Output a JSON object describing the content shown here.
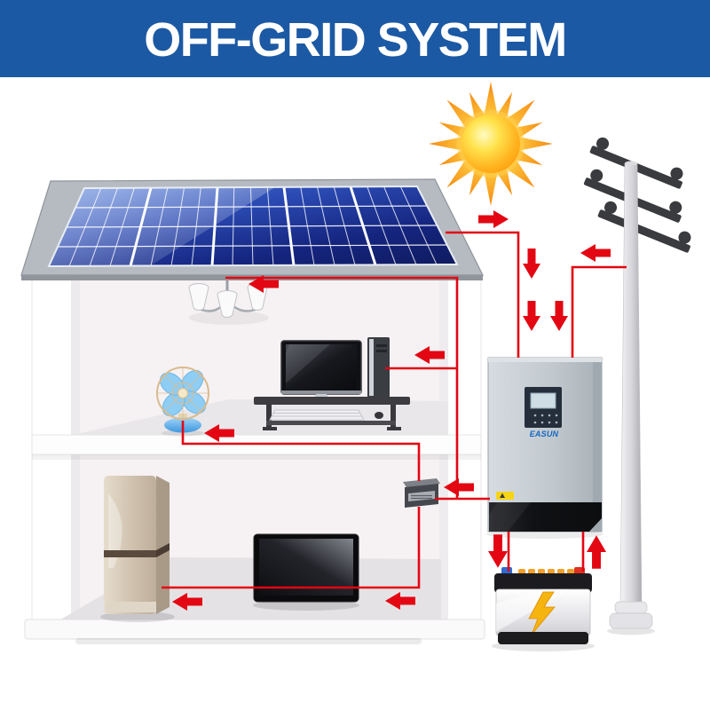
{
  "header": {
    "title": "OFF-GRID SYSTEM"
  },
  "inverter": {
    "brand": "EASUN"
  },
  "palette": {
    "header_bg": "#1c59a4",
    "wire_red": "#e30613",
    "arrow_red": "#e30613",
    "sun_orange": "#f79420",
    "panel_blue": "#1b2f8a",
    "roof_gray": "#b2b7bd",
    "inverter_gray": "#bfc7cd",
    "battery_bolt_yellow": "#f6b40e",
    "fridge_beige": "#cfc1ae",
    "fan_blue": "#7cc3ef"
  },
  "components": [
    "sun",
    "solar-panel-array",
    "utility-pole",
    "house-cutaway",
    "ceiling-lamp",
    "table-fan",
    "desktop-computer",
    "refrigerator",
    "television",
    "wall-junction-box",
    "solar-inverter",
    "battery",
    "energy-flow-arrows"
  ]
}
